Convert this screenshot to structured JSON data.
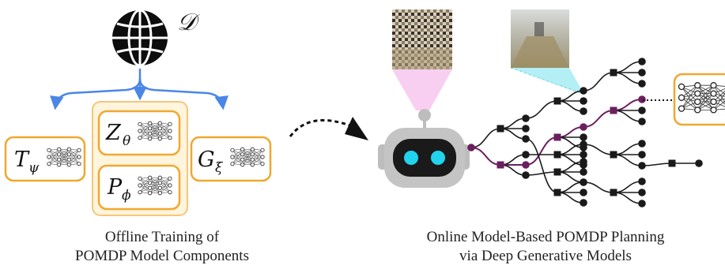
{
  "dataset": {
    "symbol": "𝒟"
  },
  "left_panel": {
    "caption_line1": "Offline Training of",
    "caption_line2": "POMDP Model Components"
  },
  "models": {
    "transition": {
      "base": "T",
      "sub": "ψ"
    },
    "observation": {
      "base": "Z",
      "sub": "θ"
    },
    "particle": {
      "base": "P",
      "sub": "ϕ"
    },
    "generator": {
      "base": "G",
      "sub": "ξ"
    }
  },
  "right_panel": {
    "caption_line1": "Online Model-Based POMDP Planning",
    "caption_line2": "via Deep Generative Models"
  },
  "colors": {
    "accent_orange": "#f0a830",
    "group_fill": "#fff4dc",
    "arrow_blue": "#4a86e8",
    "tree_node": "#1a1a1a",
    "highlight_path": "#6b1f5e",
    "robot_body": "#c4c4c4",
    "robot_eye": "#22d3ee",
    "cone_pink": "#f7c6ee",
    "cone_cyan": "#a6ecf2"
  },
  "icons": [
    "globe-icon",
    "neural-network-icon",
    "robot-icon",
    "dashed-arrow-icon"
  ]
}
